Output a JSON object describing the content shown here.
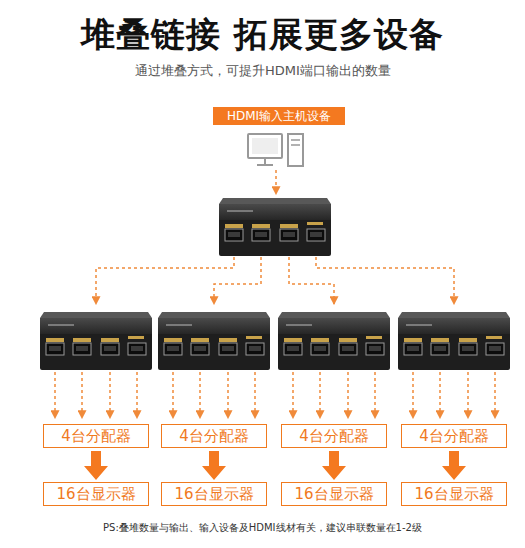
{
  "diagram": {
    "title": "堆叠链接 拓展更多设备",
    "caption": "PS:叠堆数量与输出、输入设备及HDMI线材有关，建议串联数量在1-2级",
    "nodes": [
      {
        "text": [
          "HDMI输入主机设备"
        ]
      },
      {
        "text": [
          "4台分配器"
        ]
      },
      {
        "text": [
          "4台分配器"
        ]
      },
      {
        "text": [
          "4台分配器"
        ]
      },
      {
        "text": [
          "4台分配器"
        ]
      },
      {
        "text": [
          "16台显示器"
        ]
      },
      {
        "text": [
          "16台显示器"
        ]
      },
      {
        "text": [
          "16台显示器"
        ]
      },
      {
        "text": [
          "16台显示器"
        ]
      }
    ],
    "edges": [
      {
        "from": 1,
        "to": 5,
        "arrow": "to"
      },
      {
        "from": 2,
        "to": 6,
        "arrow": "to"
      },
      {
        "from": 3,
        "to": 7,
        "arrow": "to"
      },
      {
        "from": 4,
        "to": 8,
        "arrow": "to"
      }
    ],
    "labels": [
      "通过堆叠方式，可提升HDMI端口输出的数量"
    ]
  }
}
